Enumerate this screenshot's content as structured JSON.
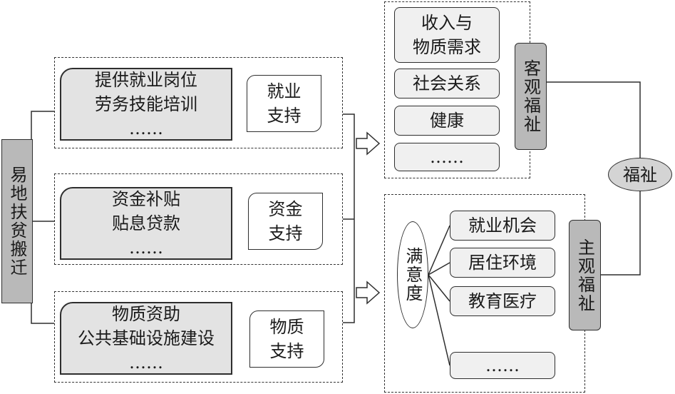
{
  "source": {
    "label": "易地扶贫搬迁"
  },
  "policies": [
    {
      "lines": [
        "提供就业岗位",
        "劳务技能培训",
        "……"
      ],
      "support": [
        "就业",
        "支持"
      ]
    },
    {
      "lines": [
        "资金补贴",
        "贴息贷款",
        "……"
      ],
      "support": [
        "资金",
        "支持"
      ]
    },
    {
      "lines": [
        "物质资助",
        "公共基础设施建设",
        "……"
      ],
      "support": [
        "物质",
        "支持"
      ]
    }
  ],
  "objective": {
    "label": "客观福祉",
    "items": [
      {
        "lines": [
          "收入与",
          "物质需求"
        ]
      },
      {
        "lines": [
          "社会关系"
        ]
      },
      {
        "lines": [
          "健康"
        ]
      },
      {
        "lines": [
          "……"
        ]
      }
    ]
  },
  "subjective": {
    "label": "主观福祉",
    "satisfaction": "满意度",
    "items": [
      "就业机会",
      "居住环境",
      "教育医疗",
      "……"
    ]
  },
  "wellbeing": {
    "label": "福祉"
  },
  "colors": {
    "box_fill": "#e3e3e3",
    "label_fill": "#b9b9b9",
    "line": "#2e2e2e"
  }
}
